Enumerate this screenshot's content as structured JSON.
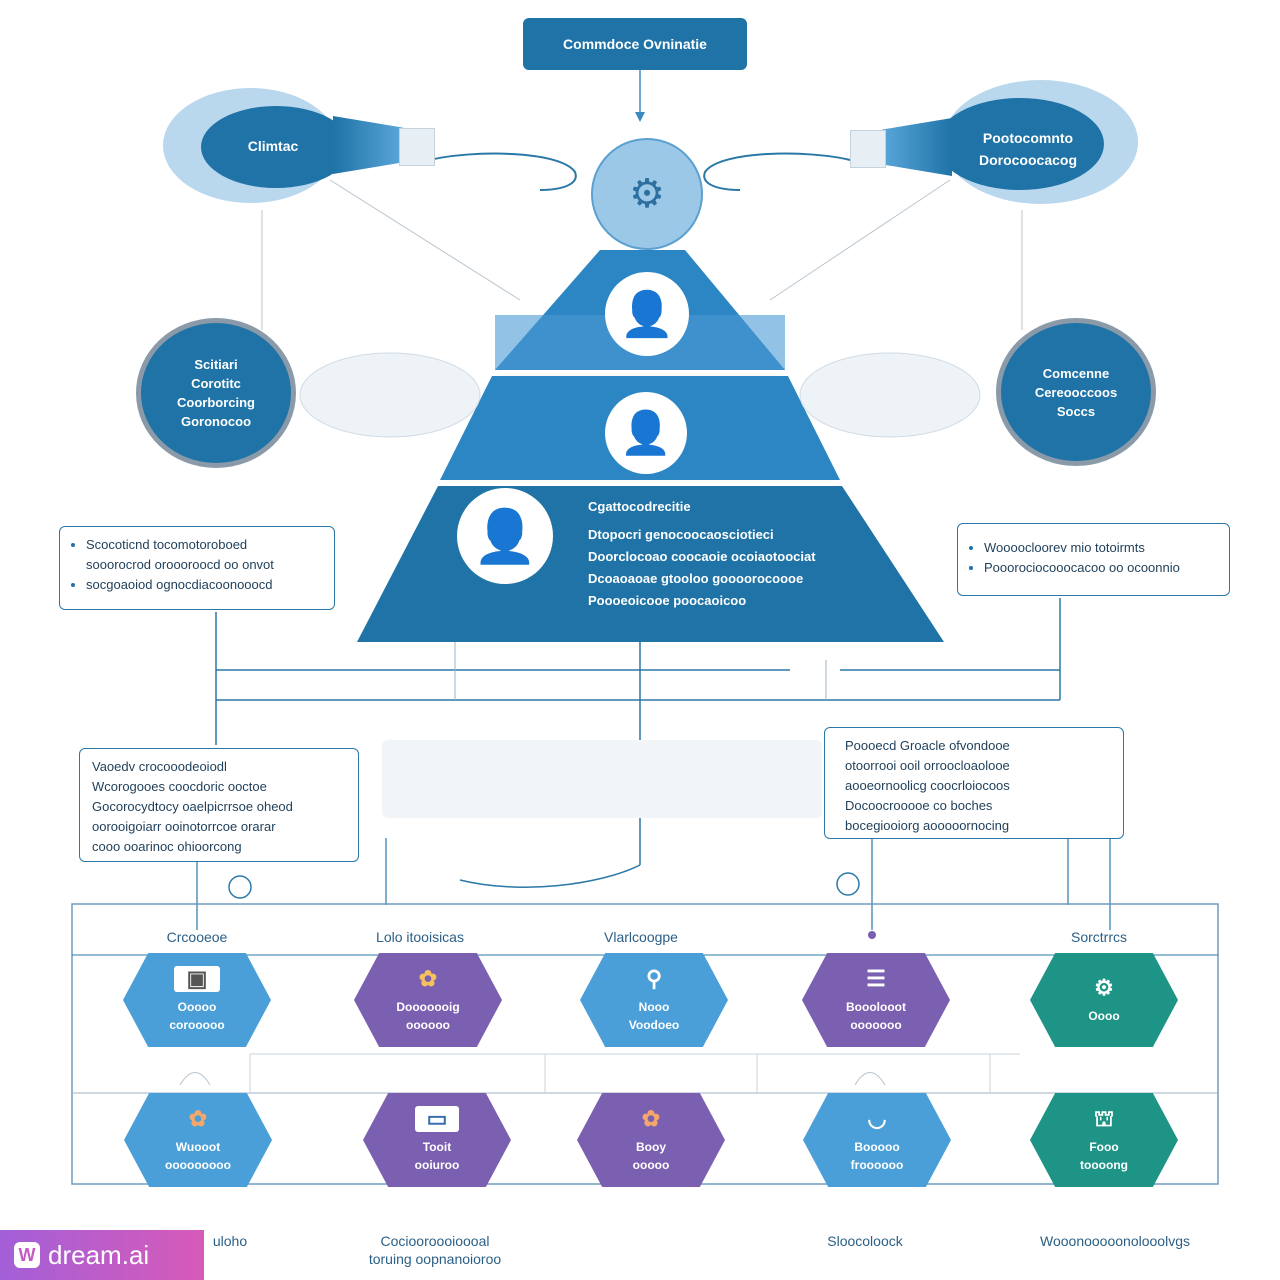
{
  "top_box": {
    "label": "Commdoce Ovninatie"
  },
  "bulb_left": {
    "label": "Climtac"
  },
  "bulb_right": {
    "line1": "Pootocomnto",
    "line2": "Dorocoocacog"
  },
  "circle_left": {
    "lines": [
      "Scitiari",
      "Corotitc",
      "Coorborcing",
      "Goronocoo"
    ]
  },
  "circle_right": {
    "lines": [
      "Comcenne",
      "Cereooccoos",
      "Soccs"
    ]
  },
  "pyramid": {
    "title": "Cgattocodrecitie",
    "lines": [
      "Dtopocri genocoocaosciotieci",
      "Doorclocoao coocaoie ocoiaotoociat",
      "Dcoaoaoae gtooloo goooorocoooe",
      "Poooeoicooe poocaoicoo"
    ]
  },
  "note_top_left": {
    "items": [
      "Scocoticnd tocomotoroboed",
      "sooorocrod oroooroocd oo onvot",
      "socgoaoiod ognocdiacoonooocd"
    ]
  },
  "note_top_right": {
    "items": [
      "Woooocloorev mio totoirmts",
      "Pooorociocooocacoo oo ocoonnio"
    ]
  },
  "note_mid_left": {
    "lines": [
      "Vaoedv crocooodeoiodl",
      "Wcorogooes coocdoric ooctoe",
      "Gocorocydtocy oaelpicrrsoe oheod",
      "oorooigoiarr ooinotorrcoe orarar",
      "cooo ooarinoc ohioorcong"
    ]
  },
  "note_mid_right": {
    "lines": [
      "Poooecd Groacle ofvondooe",
      "otoorrooi ooil orroocloaolooe",
      "aooeornoolicg coocrloiocoos",
      "Docoocrooooe co boches",
      "bocegiooiorg aooooornocing"
    ]
  },
  "column_labels": [
    "Crcooeoe",
    "Lolo itooisicas",
    "Vlarlcoogpe",
    "",
    "Sorctrrcs"
  ],
  "hexagons_row1": [
    {
      "icon": "photo-frame-icon",
      "lines": [
        "Ooooo",
        "corooooo"
      ],
      "color": "#4a9fd8"
    },
    {
      "icon": "flower-icon",
      "lines": [
        "Dooooooig",
        "oooooo"
      ],
      "color": "#7b5fb0"
    },
    {
      "icon": "magnifier-icon",
      "lines": [
        "Nooo",
        "Voodoeo"
      ],
      "color": "#4a9fd8"
    },
    {
      "icon": "document-icon",
      "lines": [
        "Booolooot",
        "ooooooo"
      ],
      "color": "#7b5fb0"
    },
    {
      "icon": "gear-icon",
      "lines": [
        "Oooo"
      ],
      "color": "#1e9487"
    }
  ],
  "hexagons_row2": [
    {
      "icon": "flower-icon",
      "lines": [
        "Wuooot",
        "ooooooooo"
      ],
      "color": "#4a9fd8"
    },
    {
      "icon": "tablet-icon",
      "lines": [
        "Tooit",
        "ooiuroo"
      ],
      "color": "#7b5fb0"
    },
    {
      "icon": "flower-icon",
      "lines": [
        "Booy",
        "ooooo"
      ],
      "color": "#7b5fb0"
    },
    {
      "icon": "dish-icon",
      "lines": [
        "Booooo",
        "froooooo"
      ],
      "color": "#4a9fd8"
    },
    {
      "icon": "lamp-icon",
      "lines": [
        "Fooo",
        "toooong"
      ],
      "color": "#1e9487"
    }
  ],
  "bottom_labels": [
    "uloho",
    "Cociooroooioooal",
    "toruing oopnanoioroo",
    "Sloocoloock",
    "Wooonooooonolooolvgs"
  ],
  "watermark": {
    "text": "dream.ai"
  }
}
